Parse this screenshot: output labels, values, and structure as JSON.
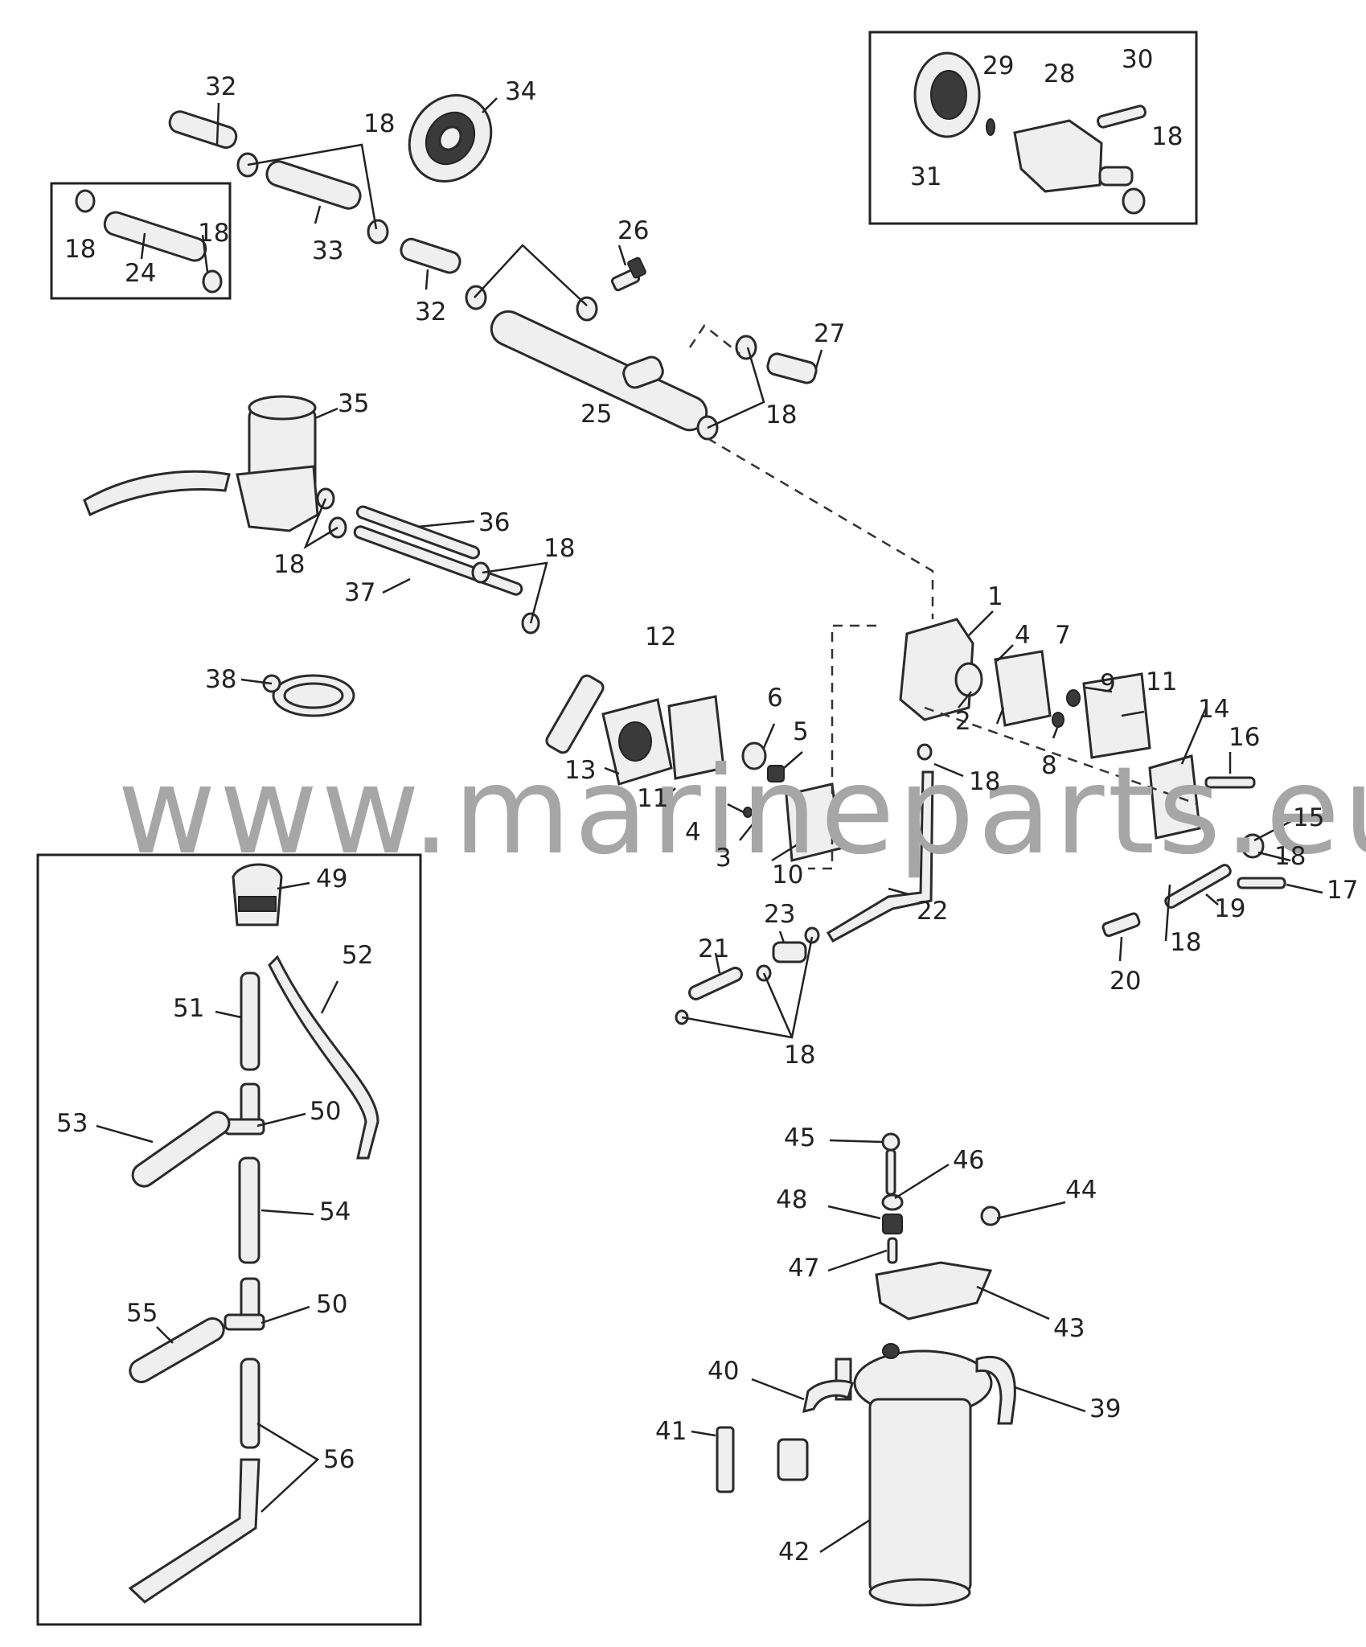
{
  "watermark": "www.marineparts.eu",
  "callouts": [
    "1",
    "2",
    "3",
    "4",
    "5",
    "6",
    "7",
    "8",
    "9",
    "10",
    "11",
    "12",
    "13",
    "14",
    "15",
    "16",
    "17",
    "18",
    "19",
    "20",
    "21",
    "22",
    "23",
    "24",
    "25",
    "26",
    "27",
    "28",
    "29",
    "30",
    "31",
    "32",
    "33",
    "34",
    "35",
    "36",
    "37",
    "38",
    "39",
    "40",
    "41",
    "42",
    "43",
    "44",
    "45",
    "46",
    "47",
    "48",
    "49",
    "50",
    "51",
    "52",
    "53",
    "54",
    "55",
    "56"
  ]
}
